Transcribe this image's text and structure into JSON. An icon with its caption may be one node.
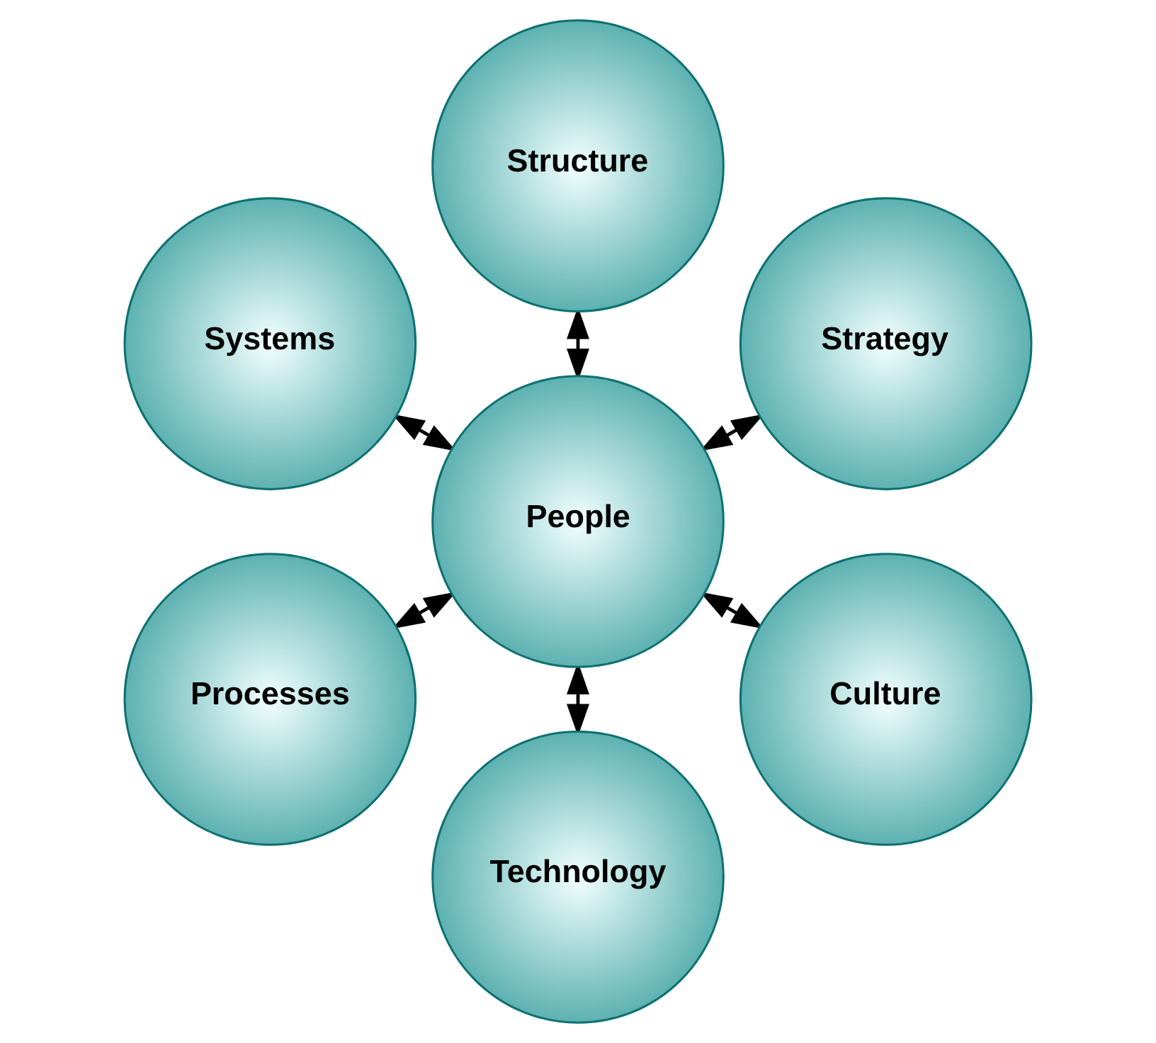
{
  "diagram": {
    "nodes": [
      {
        "text": [
          "Strategy"
        ]
      },
      {
        "text": [
          "Structure"
        ]
      },
      {
        "text": [
          "Systems"
        ]
      },
      {
        "text": [
          "People"
        ]
      },
      {
        "text": [
          "Processes"
        ]
      },
      {
        "text": [
          "Technology"
        ]
      },
      {
        "text": [
          "Culture"
        ]
      }
    ],
    "edges": [
      {
        "from": 3,
        "to": 0,
        "arrow": "both"
      },
      {
        "from": 3,
        "to": 1,
        "arrow": "both"
      },
      {
        "from": 3,
        "to": 2,
        "arrow": "both"
      },
      {
        "from": 3,
        "to": 4,
        "arrow": "both"
      },
      {
        "from": 3,
        "to": 5,
        "arrow": "both"
      },
      {
        "from": 3,
        "to": 6,
        "arrow": "both"
      }
    ]
  }
}
